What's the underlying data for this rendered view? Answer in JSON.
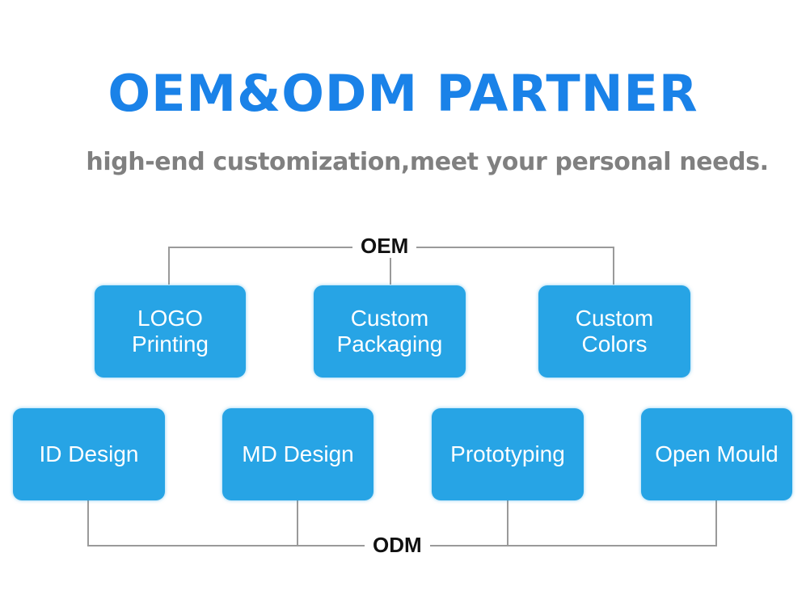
{
  "header": {
    "title": "OEM&ODM PARTNER",
    "subtitle": "high-end customization,meet your personal needs."
  },
  "diagram": {
    "oem": {
      "label": "OEM",
      "items": [
        {
          "label": "LOGO\nPrinting"
        },
        {
          "label": "Custom\nPackaging"
        },
        {
          "label": "Custom\nColors"
        }
      ]
    },
    "odm": {
      "label": "ODM",
      "items": [
        {
          "label": "ID Design"
        },
        {
          "label": "MD Design"
        },
        {
          "label": "Prototyping"
        },
        {
          "label": "Open Mould"
        }
      ]
    }
  },
  "colors": {
    "title": "#1a82e8",
    "subtitle": "#808080",
    "box_fill": "#27a4e5",
    "box_text": "#ffffff",
    "connector": "#9a9a9a",
    "group_label": "#111111"
  }
}
